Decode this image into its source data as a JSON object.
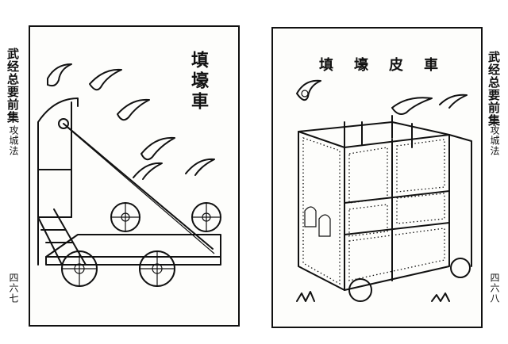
{
  "left_page": {
    "caption": "填壕車",
    "book_title": "武经总要前集",
    "chapter": "攻城法",
    "page_number": "四六七"
  },
  "right_page": {
    "caption": "填壕皮車",
    "book_title": "武经总要前集",
    "chapter": "攻城法",
    "page_number": "四六八"
  }
}
